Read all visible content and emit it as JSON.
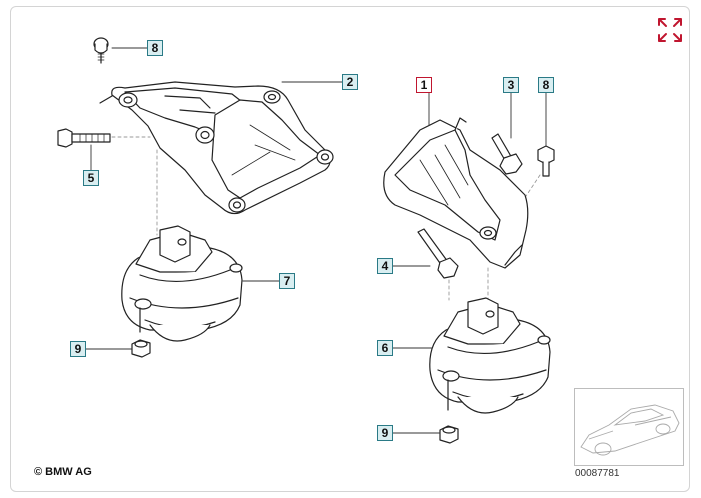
{
  "diagram": {
    "callouts": [
      {
        "number": "1",
        "selected": true
      },
      {
        "number": "2"
      },
      {
        "number": "3"
      },
      {
        "number": "4"
      },
      {
        "number": "5"
      },
      {
        "number": "6"
      },
      {
        "number": "7"
      },
      {
        "number": "8"
      },
      {
        "number": "8"
      },
      {
        "number": "9"
      },
      {
        "number": "9"
      }
    ],
    "copyright": "© BMW AG",
    "reference_number": "00087781"
  },
  "controls": {
    "expand_icon": "expand-arrows-icon",
    "accent_color": "#c0162f"
  },
  "colors": {
    "callout_border": "#2a7a86",
    "callout_fill": "#d9eef1",
    "line_art": "#222222"
  }
}
